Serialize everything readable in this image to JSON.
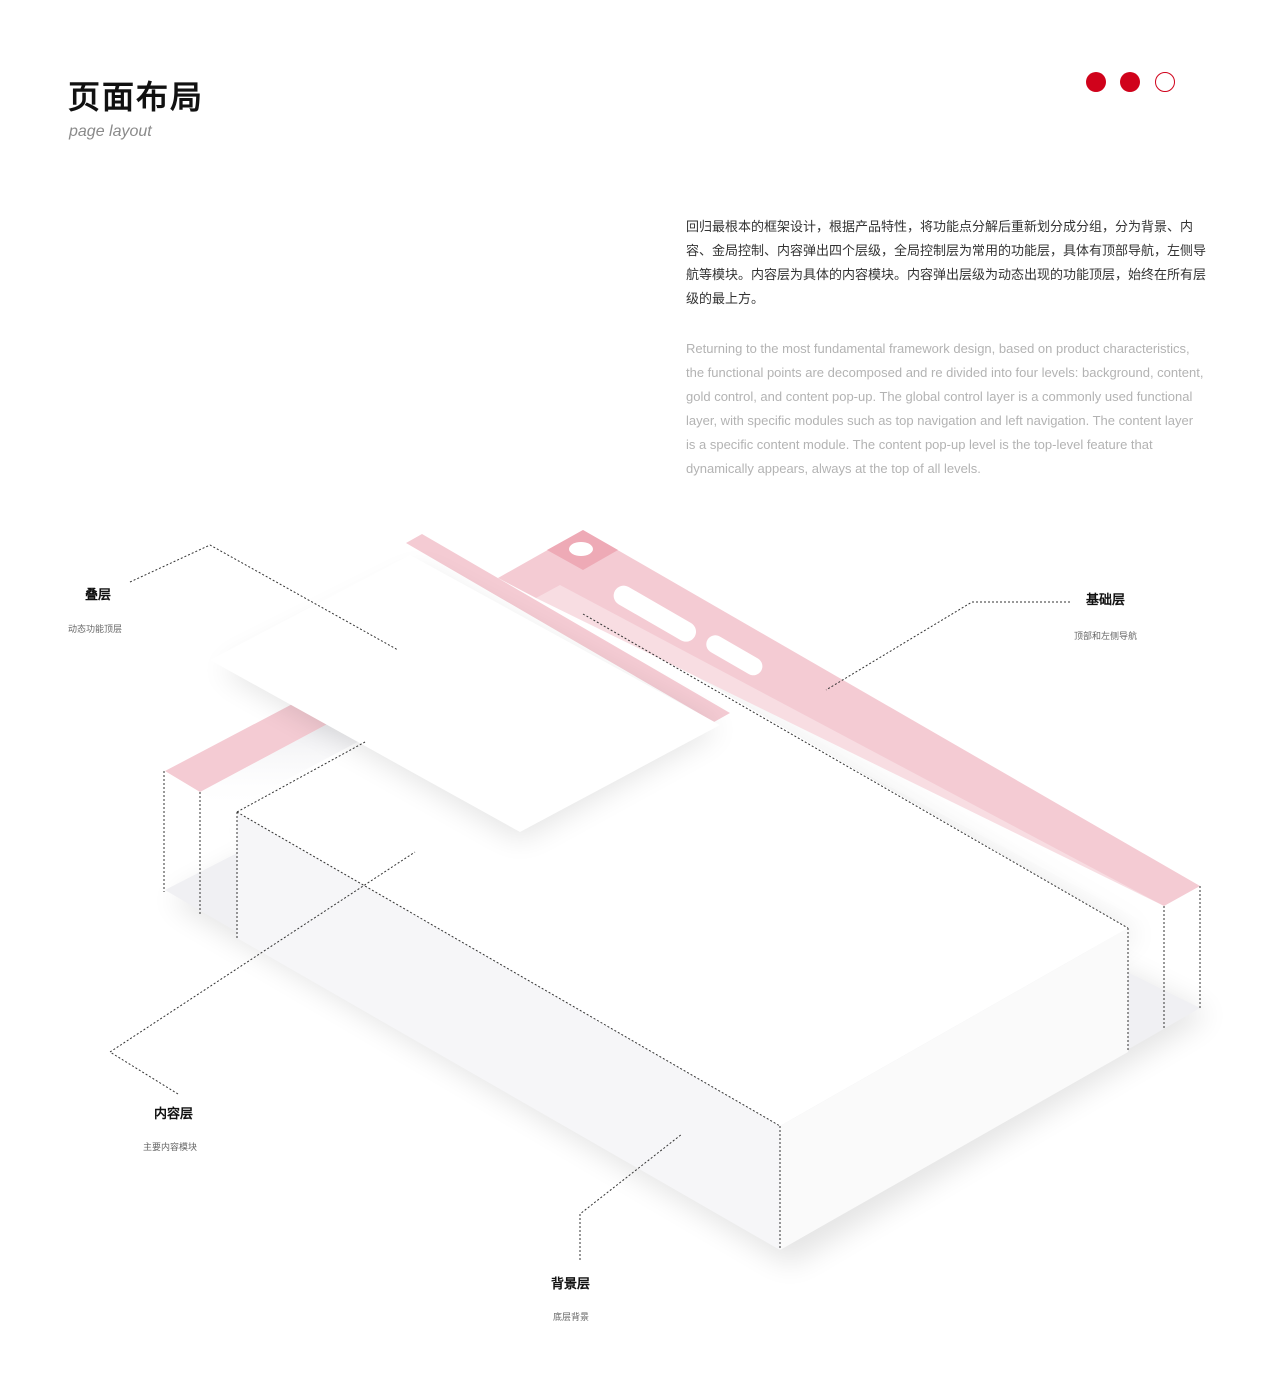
{
  "header": {
    "title": "页面布局",
    "subtitle": "page layout",
    "indicator_dots": [
      {
        "state": "filled",
        "color": "#d0021b"
      },
      {
        "state": "filled",
        "color": "#d0021b"
      },
      {
        "state": "outline",
        "color": "#d0021b"
      }
    ]
  },
  "description": {
    "cn": "回归最根本的框架设计，根据产品特性，将功能点分解后重新划分成分组，分为背景、内容、金局控制、内容弹出四个层级，全局控制层为常用的功能层，具体有顶部导航，左侧导航等模块。内容层为具体的内容模块。内容弹出层级为动态出现的功能顶层，始终在所有层级的最上方。",
    "en": "Returning to the most fundamental framework design, based on product characteristics, the functional points are decomposed and re divided into four levels: background, content, gold control, and content pop-up. The global control layer is a commonly used functional layer, with specific modules such as top navigation and left navigation. The content layer is a specific content module. The content pop-up level is the top-level feature that dynamically appears, always at the top of all levels."
  },
  "layers": {
    "overlay": {
      "title": "叠层",
      "subtitle": "动态功能顶层"
    },
    "base": {
      "title": "基础层",
      "subtitle": "顶部和左侧导航"
    },
    "content": {
      "title": "内容层",
      "subtitle": "主要内容模块"
    },
    "background": {
      "title": "背景层",
      "subtitle": "底层背景"
    }
  },
  "colors": {
    "accent": "#d0021b",
    "nav_pink": "#f4cbd3",
    "nav_pink_dark": "#eeaab6",
    "background_layer": "#f0f0f3",
    "guide_line": "#333333"
  }
}
